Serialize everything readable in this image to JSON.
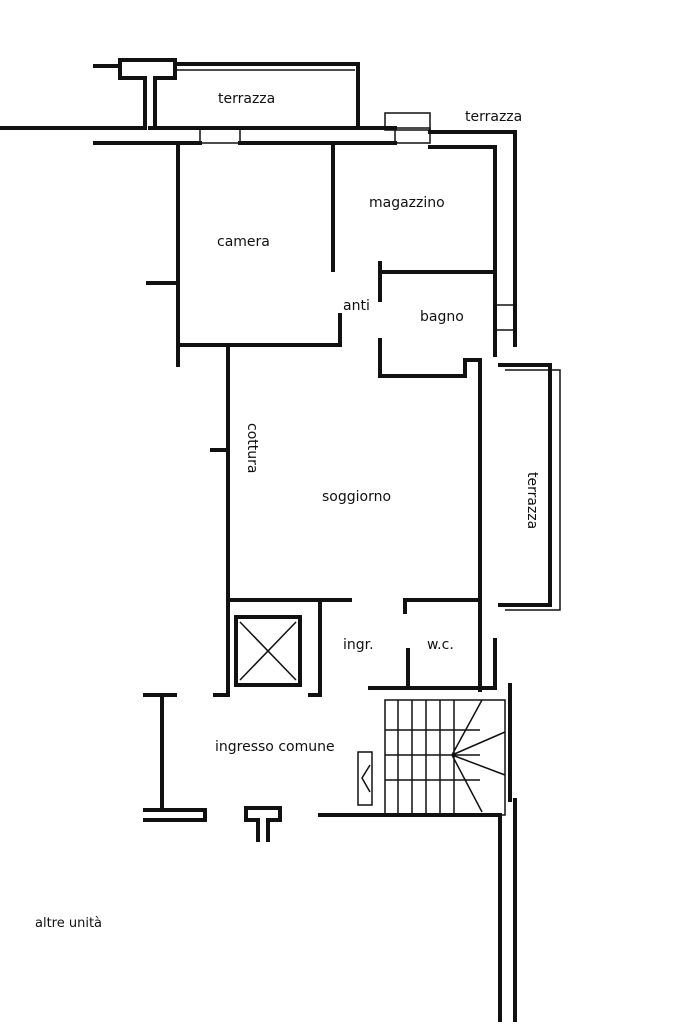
{
  "rooms": {
    "terrazza_top": "terrazza",
    "terrazza_right_top": "terrazza",
    "magazzino": "magazzino",
    "camera": "camera",
    "anti": "anti",
    "bagno": "bagno",
    "cottura": "cottura",
    "soggiorno": "soggiorno",
    "terrazza_side": "terrazza",
    "ingr": "ingr.",
    "wc": "w.c.",
    "ingresso_comune": "ingresso comune",
    "altre_unita": "altre unità"
  }
}
